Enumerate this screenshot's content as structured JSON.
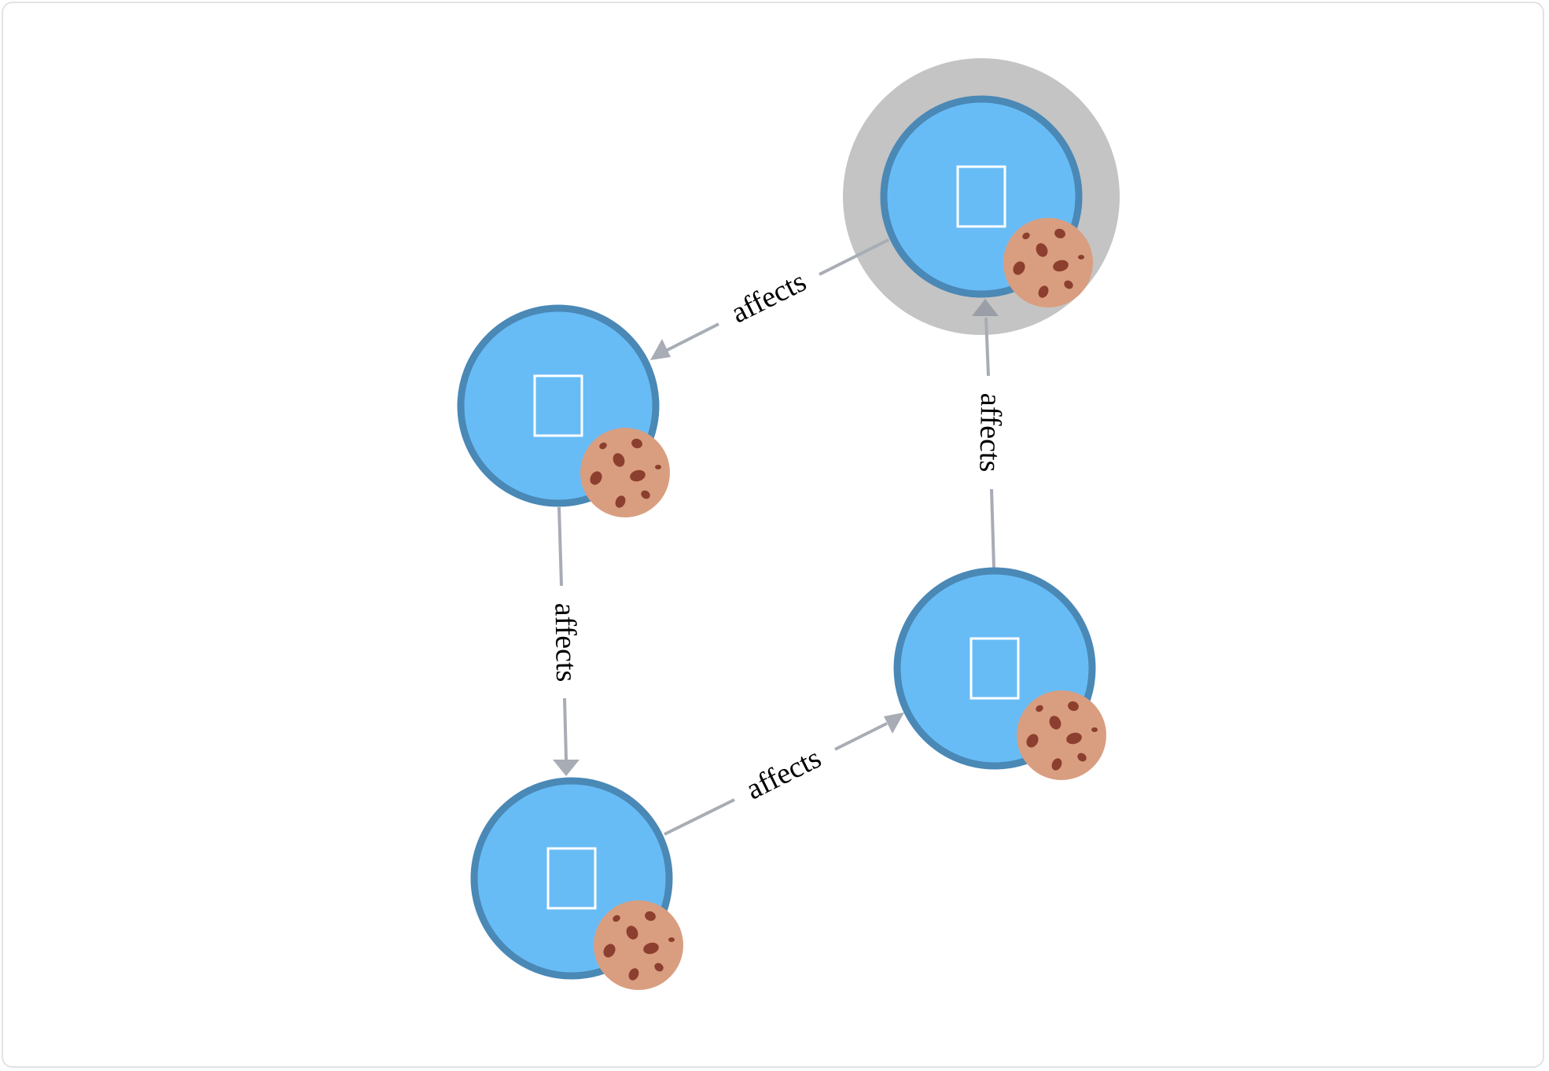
{
  "graph": {
    "nodes": [
      {
        "id": "node-top-right",
        "selected": true
      },
      {
        "id": "node-left"
      },
      {
        "id": "node-bottom-left"
      },
      {
        "id": "node-right"
      }
    ],
    "edges": [
      {
        "from": "node-top-right",
        "to": "node-left",
        "label": "affects"
      },
      {
        "from": "node-left",
        "to": "node-bottom-left",
        "label": "affects"
      },
      {
        "from": "node-bottom-left",
        "to": "node-right",
        "label": "affects"
      },
      {
        "from": "node-right",
        "to": "node-top-right",
        "label": "affects"
      }
    ],
    "colors": {
      "node_fill": "#68bcf6",
      "node_stroke": "#4a88b6",
      "edge": "#a8acb5",
      "selection_halo": "#c4c4c4",
      "cookie": "#d99e80",
      "cookie_chip": "#8c3f2e"
    },
    "icons": {
      "node_glyph": "missing-glyph-box-icon",
      "badge": "cookie-icon"
    }
  }
}
